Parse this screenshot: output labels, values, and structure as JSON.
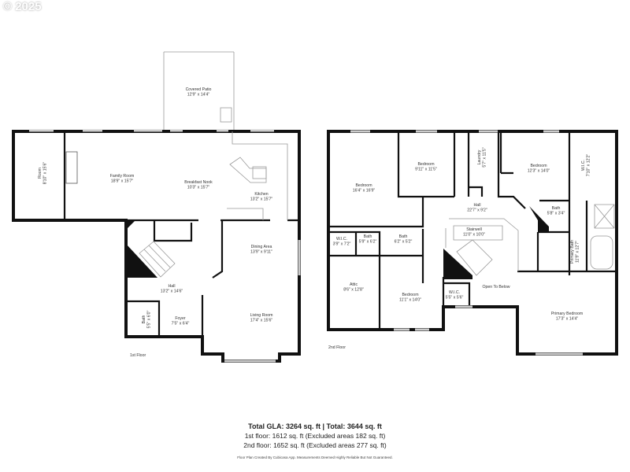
{
  "watermark": "© 2025",
  "first_floor": {
    "label": "1st Floor",
    "rooms": [
      {
        "name": "Covered Patio",
        "dims": "12'9\" x 14'4\""
      },
      {
        "name": "Room",
        "dims": "8'10\" x 15'6\""
      },
      {
        "name": "Family Room",
        "dims": "18'9\" x 15'7\""
      },
      {
        "name": "Breakfast Nook",
        "dims": "10'3\" x 15'7\""
      },
      {
        "name": "Kitchen",
        "dims": "13'2\" x 15'7\""
      },
      {
        "name": "Dining Area",
        "dims": "13'9\" x 9'11\""
      },
      {
        "name": "Hall",
        "dims": "13'2\" x 14'6\""
      },
      {
        "name": "Bath",
        "dims": "5'5\" x 6'0\""
      },
      {
        "name": "Foyer",
        "dims": "7'5\" x 6'4\""
      },
      {
        "name": "Living Room",
        "dims": "17'4\" x 15'6\""
      }
    ]
  },
  "second_floor": {
    "label": "2nd Floor",
    "rooms": [
      {
        "name": "Bedroom",
        "dims": "16'4\" x 16'9\""
      },
      {
        "name": "Bedroom",
        "dims": "9'11\" x 11'5\""
      },
      {
        "name": "Laundry",
        "dims": "5'7\" x 11'5\""
      },
      {
        "name": "Bedroom",
        "dims": "12'3\" x 14'0\""
      },
      {
        "name": "W.I.C.",
        "dims": "7'10\" x 12'2\""
      },
      {
        "name": "Hall",
        "dims": "22'7\" x 9'2\""
      },
      {
        "name": "Bath",
        "dims": "5'8\" x 3'4\""
      },
      {
        "name": "Stairwell",
        "dims": "11'0\" x 10'0\""
      },
      {
        "name": "W.I.C.",
        "dims": "3'9\" x 7'2\""
      },
      {
        "name": "Bath",
        "dims": "5'9\" x 6'2\""
      },
      {
        "name": "Bath",
        "dims": "6'2\" x 5'2\""
      },
      {
        "name": "Primary Bath",
        "dims": "11'9\" x 12'7\""
      },
      {
        "name": "Attic",
        "dims": "8'6\" x 12'8\""
      },
      {
        "name": "Bedroom",
        "dims": "11'1\" x 14'0\""
      },
      {
        "name": "W.I.C.",
        "dims": "5'5\" x 5'6\""
      },
      {
        "name": "Open To Below",
        "dims": ""
      },
      {
        "name": "Primary Bedroom",
        "dims": "17'3\" x 14'4\""
      }
    ]
  },
  "summary": {
    "total": "Total GLA: 3264 sq. ft | Total: 3644 sq. ft",
    "first": "1st floor: 1612 sq. ft (Excluded areas 182 sq. ft)",
    "second": "2nd floor: 1652 sq. ft (Excluded areas 277 sq. ft)",
    "disclaimer": "Floor Plan Created By Cubicasa App. Measurements Deemed Highly Reliable But Not Guaranteed."
  }
}
